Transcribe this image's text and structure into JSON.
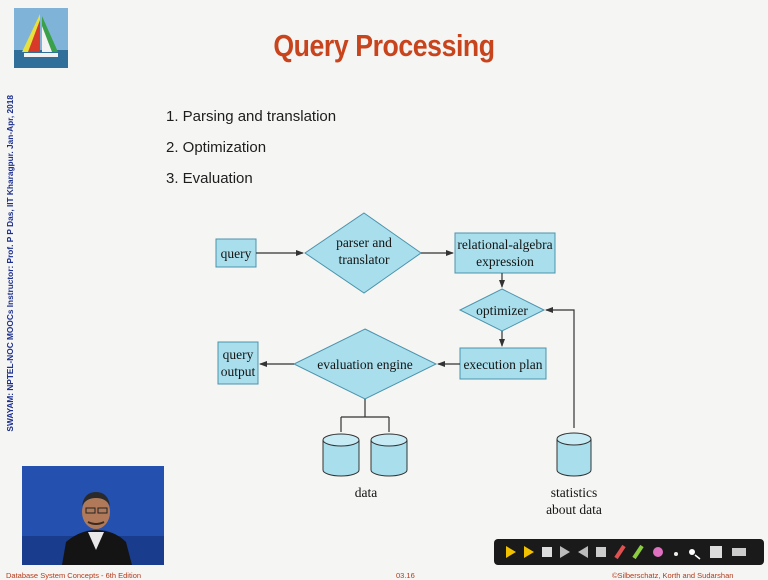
{
  "slide": {
    "title": "Query Processing",
    "steps": [
      "1.  Parsing and translation",
      "2.  Optimization",
      "3.  Evaluation"
    ],
    "vertical_credit": "SWAYAM: NPTEL-NOC MOOCs Instructor: Prof. P P Das, IIT Kharagpur. Jan-Apr, 2018",
    "footer_left": "Database System Concepts - 6th Edition",
    "footer_mid": "03.16",
    "footer_right": "©Silberschatz, Korth and Sudarshan"
  },
  "diagram": {
    "query": "query",
    "parser_line1": "parser and",
    "parser_line2": "translator",
    "relalg_line1": "relational-algebra",
    "relalg_line2": "expression",
    "optimizer": "optimizer",
    "execution_plan": "execution plan",
    "evaluation_engine": "evaluation engine",
    "output_line1": "query",
    "output_line2": "output",
    "data_label": "data",
    "stats_line1": "statistics",
    "stats_line2": "about data"
  },
  "colors": {
    "title": "#c8441d",
    "box_fill": "#a9dfec",
    "box_stroke": "#4b93ad",
    "credit": "#1c2f8c",
    "toolbar": "#1a1a1a",
    "inset_bg": "#2049a6"
  },
  "toolbar_icons": [
    "pointer-icon",
    "pen-icon",
    "highlighter-icon",
    "eraser-icon",
    "arrow-icon",
    "box-icon",
    "pencil-icon",
    "marker-icon",
    "brush-icon",
    "dot-icon",
    "laser-icon",
    "color-icon",
    "undo-icon"
  ]
}
